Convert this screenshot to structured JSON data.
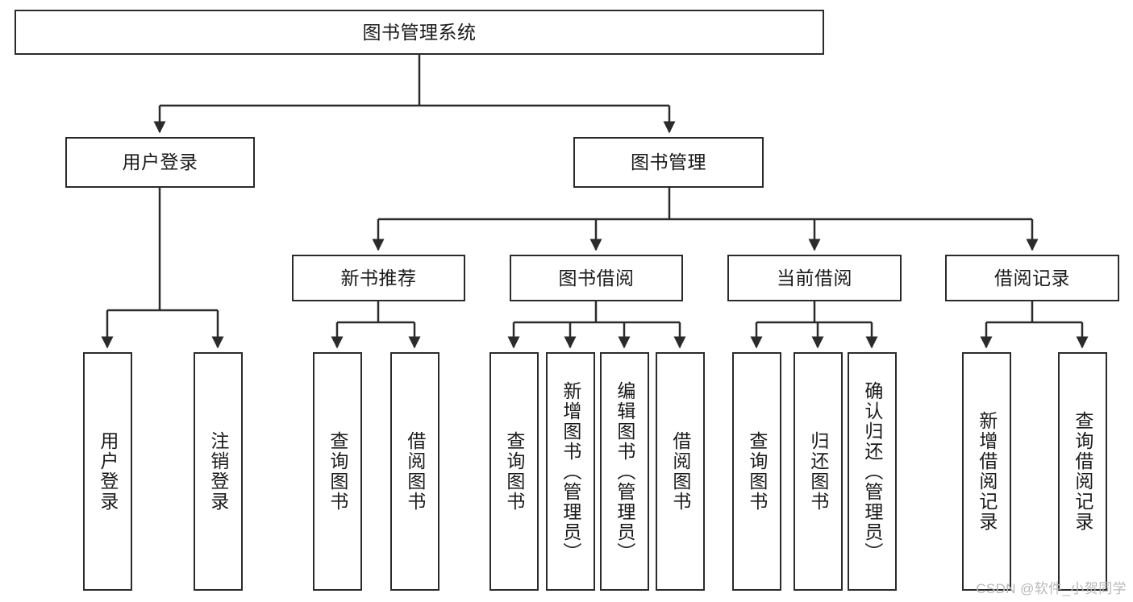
{
  "diagram": {
    "title": "图书管理系统",
    "type": "tree-hierarchy-diagram",
    "watermark": "CSDN @软件_小贺同学",
    "colors": {
      "stroke": "#2b2b2b",
      "fill": "#ffffff",
      "text": "#1a1a1a",
      "watermark": "#b9b9b9"
    },
    "nodes": {
      "root": {
        "label": "图书管理系统",
        "level": 1,
        "orientation": "horizontal"
      },
      "l2_user_login": {
        "label": "用户登录",
        "level": 2,
        "orientation": "horizontal"
      },
      "l2_book_manage": {
        "label": "图书管理",
        "level": 2,
        "orientation": "horizontal"
      },
      "l3_new_book_rec": {
        "label": "新书推荐",
        "level": 3,
        "orientation": "horizontal"
      },
      "l3_book_borrow": {
        "label": "图书借阅",
        "level": 3,
        "orientation": "horizontal"
      },
      "l3_current_borrow": {
        "label": "当前借阅",
        "level": 3,
        "orientation": "horizontal"
      },
      "l3_borrow_record": {
        "label": "借阅记录",
        "level": 3,
        "orientation": "horizontal"
      },
      "leaf_user_login": {
        "label": "用户登录",
        "level": 3,
        "orientation": "vertical"
      },
      "leaf_logout": {
        "label": "注销登录",
        "level": 3,
        "orientation": "vertical"
      },
      "leaf_query_book_1": {
        "label": "查询图书",
        "level": 4,
        "orientation": "vertical"
      },
      "leaf_borrow_book_1": {
        "label": "借阅图书",
        "level": 4,
        "orientation": "vertical"
      },
      "leaf_query_book_2": {
        "label": "查询图书",
        "level": 4,
        "orientation": "vertical"
      },
      "leaf_add_book": {
        "label": "新增图书（管理员）",
        "level": 4,
        "orientation": "vertical"
      },
      "leaf_edit_book": {
        "label": "编辑图书（管理员）",
        "level": 4,
        "orientation": "vertical"
      },
      "leaf_borrow_book_2": {
        "label": "借阅图书",
        "level": 4,
        "orientation": "vertical"
      },
      "leaf_query_book_3": {
        "label": "查询图书",
        "level": 4,
        "orientation": "vertical"
      },
      "leaf_return_book": {
        "label": "归还图书",
        "level": 4,
        "orientation": "vertical"
      },
      "leaf_confirm_return": {
        "label": "确认归还（管理员）",
        "level": 4,
        "orientation": "vertical"
      },
      "leaf_add_record": {
        "label": "新增借阅记录",
        "level": 4,
        "orientation": "vertical"
      },
      "leaf_query_record": {
        "label": "查询借阅记录",
        "level": 4,
        "orientation": "vertical"
      }
    },
    "edges": [
      {
        "from": "root",
        "to": "l2_user_login"
      },
      {
        "from": "root",
        "to": "l2_book_manage"
      },
      {
        "from": "l2_user_login",
        "to": "leaf_user_login"
      },
      {
        "from": "l2_user_login",
        "to": "leaf_logout"
      },
      {
        "from": "l2_book_manage",
        "to": "l3_new_book_rec"
      },
      {
        "from": "l2_book_manage",
        "to": "l3_book_borrow"
      },
      {
        "from": "l2_book_manage",
        "to": "l3_current_borrow"
      },
      {
        "from": "l2_book_manage",
        "to": "l3_borrow_record"
      },
      {
        "from": "l3_new_book_rec",
        "to": "leaf_query_book_1"
      },
      {
        "from": "l3_new_book_rec",
        "to": "leaf_borrow_book_1"
      },
      {
        "from": "l3_book_borrow",
        "to": "leaf_query_book_2"
      },
      {
        "from": "l3_book_borrow",
        "to": "leaf_add_book"
      },
      {
        "from": "l3_book_borrow",
        "to": "leaf_edit_book"
      },
      {
        "from": "l3_book_borrow",
        "to": "leaf_borrow_book_2"
      },
      {
        "from": "l3_current_borrow",
        "to": "leaf_query_book_3"
      },
      {
        "from": "l3_current_borrow",
        "to": "leaf_return_book"
      },
      {
        "from": "l3_current_borrow",
        "to": "leaf_confirm_return"
      },
      {
        "from": "l3_borrow_record",
        "to": "leaf_add_record"
      },
      {
        "from": "l3_borrow_record",
        "to": "leaf_query_record"
      }
    ]
  }
}
